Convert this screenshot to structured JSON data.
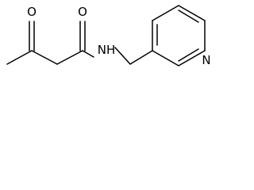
{
  "molecule": {
    "atom_labels": {
      "ketone_oxygen": "O",
      "amide_oxygen": "O",
      "amide_nitrogen": "NH",
      "pyridine_nitrogen": "N"
    }
  }
}
